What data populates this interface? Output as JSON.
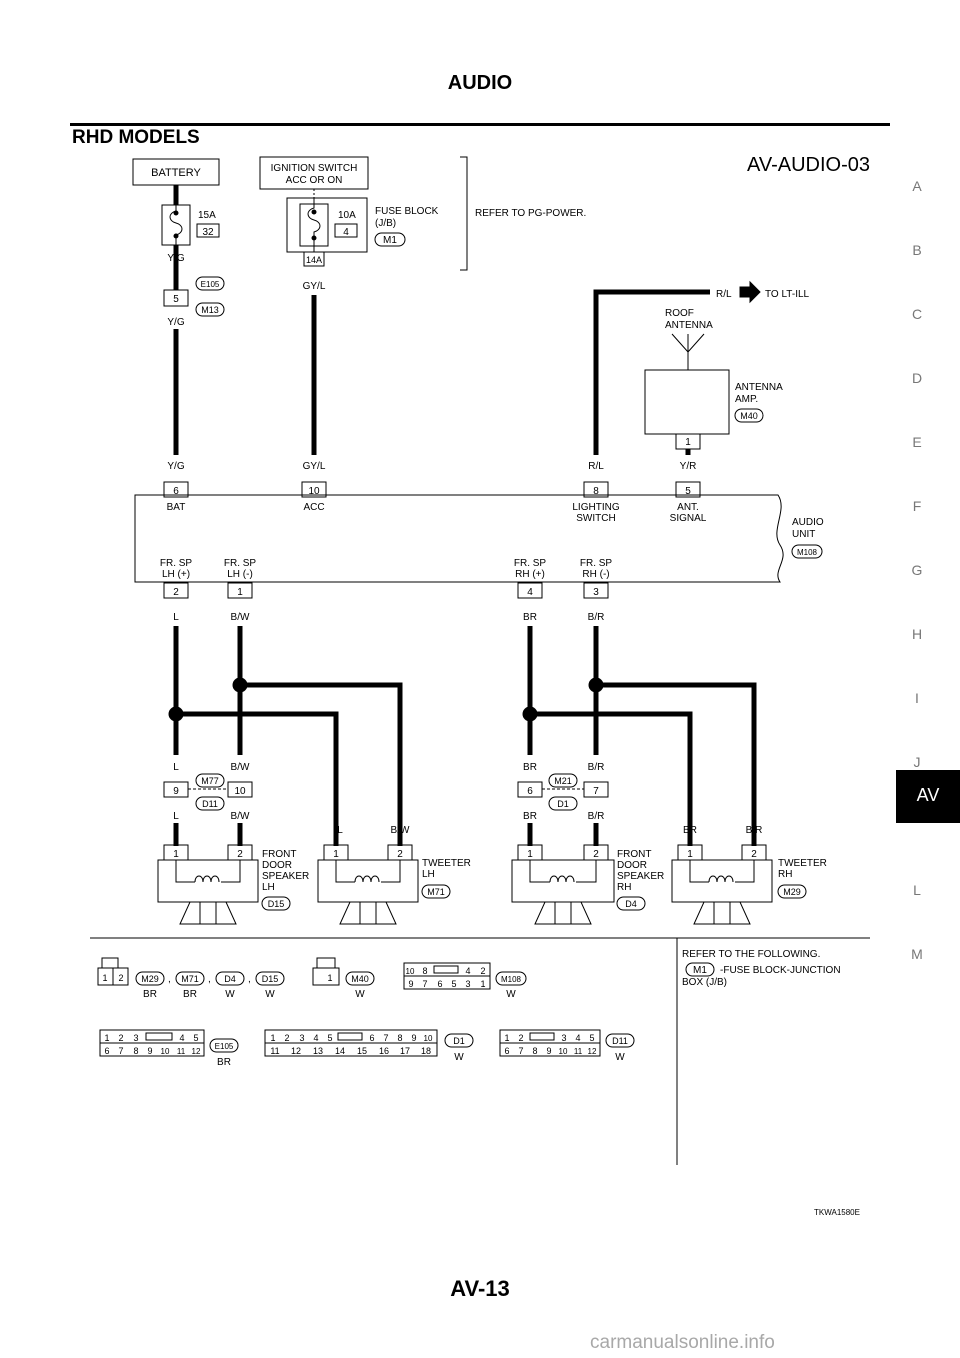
{
  "page": {
    "title": "AUDIO",
    "section_title": "RHD MODELS",
    "page_number": "AV-13",
    "figure_code": "TKWA1580E",
    "watermark": "carmanualsonline.info"
  },
  "side_index": {
    "letters": [
      "A",
      "B",
      "C",
      "D",
      "E",
      "F",
      "G",
      "H",
      "I",
      "J",
      "L",
      "M"
    ],
    "active": "AV"
  },
  "diagram": {
    "diagram_id": "AV-AUDIO-03",
    "battery": "BATTERY",
    "ignition_switch": [
      "IGNITION SWITCH",
      "ACC OR ON"
    ],
    "fuse_15a": {
      "rating": "15A",
      "number": "32"
    },
    "fuse_10a": {
      "rating": "10A",
      "number": "4"
    },
    "fuse_block": [
      "FUSE BLOCK",
      "(J/B)"
    ],
    "fuse_block_connector": "M1",
    "fuse_block_terminal": "14A",
    "refer_power": "REFER TO PG-POWER.",
    "wires": {
      "yg": "Y/G",
      "gyl": "GY/L",
      "rl": "R/L",
      "yr": "Y/R",
      "l": "L",
      "bw": "B/W",
      "br": "BR",
      "b_r": "B/R"
    },
    "to_lt_ill": "TO LT-ILL",
    "connector_e105": "E105",
    "connector_m13": "M13",
    "terminal_5": "5",
    "roof_antenna": [
      "ROOF",
      "ANTENNA"
    ],
    "antenna_amp": [
      "ANTENNA",
      "AMP."
    ],
    "antenna_amp_connector": "M40",
    "antenna_amp_terminal": "1",
    "audio_unit": [
      "AUDIO",
      "UNIT"
    ],
    "audio_unit_connector": "M108",
    "audio_top_pins": [
      {
        "num": "6",
        "label": [
          "BAT"
        ]
      },
      {
        "num": "10",
        "label": [
          "ACC"
        ]
      },
      {
        "num": "8",
        "label": [
          "LIGHTING",
          "SWITCH"
        ]
      },
      {
        "num": "5",
        "label": [
          "ANT.",
          "SIGNAL"
        ]
      }
    ],
    "audio_bottom_pins": [
      {
        "num": "2",
        "label": [
          "FR. SP",
          "LH (+)"
        ]
      },
      {
        "num": "1",
        "label": [
          "FR. SP",
          "LH (-)"
        ]
      },
      {
        "num": "4",
        "label": [
          "FR. SP",
          "RH (+)"
        ]
      },
      {
        "num": "3",
        "label": [
          "FR. SP",
          "RH (-)"
        ]
      }
    ],
    "joint_lh": {
      "top": "M77",
      "bottom": "D11",
      "pins": [
        "9",
        "10"
      ]
    },
    "joint_rh": {
      "top": "M21",
      "bottom": "D1",
      "pins": [
        "6",
        "7"
      ]
    },
    "speaker_pins": [
      "1",
      "2"
    ],
    "speakers": [
      {
        "name": [
          "FRONT",
          "DOOR",
          "SPEAKER",
          "LH"
        ],
        "connector": "D15"
      },
      {
        "name": [
          "TWEETER",
          "LH"
        ],
        "connector": "M71"
      },
      {
        "name": [
          "FRONT",
          "DOOR",
          "SPEAKER",
          "RH"
        ],
        "connector": "D4"
      },
      {
        "name": [
          "TWEETER",
          "RH"
        ],
        "connector": "M29"
      }
    ],
    "refer_following": "REFER TO THE FOLLOWING.",
    "refer_item": [
      "M1",
      "-FUSE BLOCK-JUNCTION",
      "BOX (J/B)"
    ],
    "legend": {
      "group1": {
        "pins": [
          "1",
          "2"
        ],
        "connectors": [
          "M29",
          "M71",
          "D4",
          "D15"
        ],
        "colors": [
          "BR",
          "BR",
          "W",
          "W"
        ]
      },
      "m40": {
        "pin": "1",
        "connector": "M40",
        "color": "W"
      },
      "m108": {
        "row1": [
          "10",
          "8",
          "4",
          "2"
        ],
        "row2": [
          "9",
          "7",
          "6",
          "5",
          "3",
          "1"
        ],
        "connector": "M108",
        "color": "W"
      },
      "e105": {
        "row1": [
          "1",
          "2",
          "3",
          "4",
          "5"
        ],
        "row2": [
          "6",
          "7",
          "8",
          "9",
          "10",
          "11",
          "12"
        ],
        "connector": "E105",
        "color": "BR"
      },
      "d1": {
        "row1": [
          "1",
          "2",
          "3",
          "4",
          "5",
          "6",
          "7",
          "8",
          "9",
          "10"
        ],
        "row2": [
          "11",
          "12",
          "13",
          "14",
          "15",
          "16",
          "17",
          "18"
        ],
        "connector": "D1",
        "color": "W"
      },
      "d11": {
        "row1": [
          "1",
          "2",
          "3",
          "4",
          "5"
        ],
        "row2": [
          "6",
          "7",
          "8",
          "9",
          "10",
          "11",
          "12"
        ],
        "connector": "D11",
        "color": "W"
      }
    }
  }
}
